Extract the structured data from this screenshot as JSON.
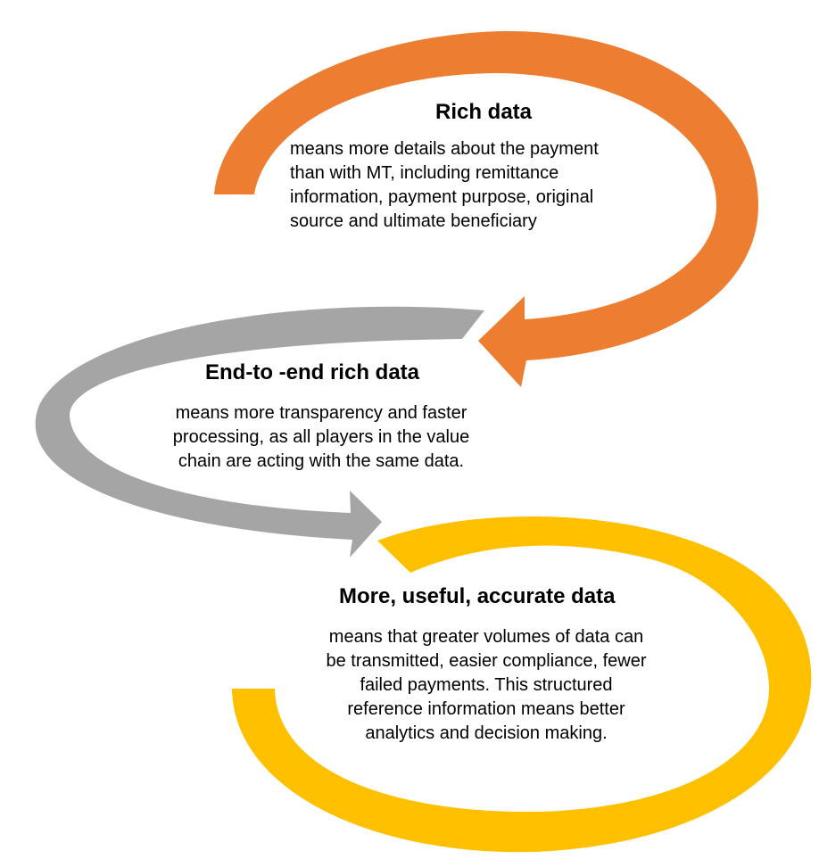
{
  "colors": {
    "orange": "#ED7D31",
    "gray": "#A5A5A5",
    "yellow": "#FFC000",
    "text": "#000000"
  },
  "steps": [
    {
      "title": "Rich data",
      "lines": [
        "means more details about the payment",
        "than with MT, including remittance",
        "information, payment purpose, original",
        "source and ultimate beneficiary"
      ]
    },
    {
      "title": "End-to -end rich data",
      "lines": [
        "means more transparency and faster",
        "processing, as all players in the value",
        "chain are acting with the same data."
      ]
    },
    {
      "title": "More, useful, accurate data",
      "lines": [
        "means that greater volumes of data can",
        "be transmitted, easier compliance, fewer",
        "failed payments. This structured",
        "reference information means better",
        "analytics and decision making."
      ]
    }
  ]
}
